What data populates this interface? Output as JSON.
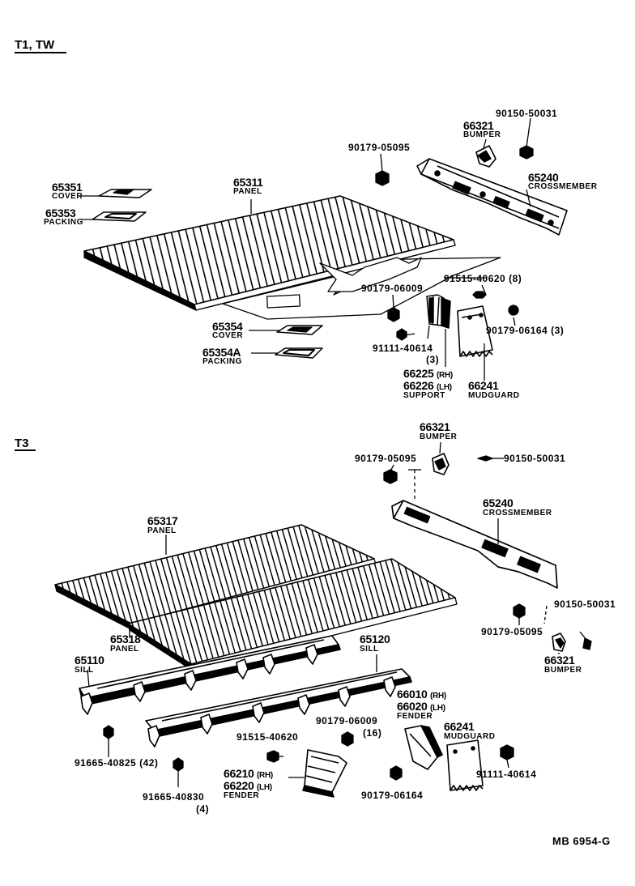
{
  "sections": {
    "top": "T1, TW",
    "bottom": "T3"
  },
  "top_parts": {
    "p90150_50031": "90150-50031",
    "p66321": "66321",
    "p66321_name": "BUMPER",
    "p90179_05095": "90179-05095",
    "p65240": "65240",
    "p65240_name": "CROSSMEMBER",
    "p65351": "65351",
    "p65351_name": "COVER",
    "p65311": "65311",
    "p65311_name": "PANEL",
    "p65353": "65353",
    "p65353_name": "PACKING",
    "p91515_40620": "91515-40620 (8)",
    "p90179_06009": "90179-06009",
    "p90179_06164": "90179-06164  (3)",
    "p65354": "65354",
    "p65354_name": "COVER",
    "p91111_40614": "91111-40614",
    "p91111_qty": "(3)",
    "p65354A": "65354A",
    "p65354A_name": "PACKING",
    "p66225": "66225",
    "p66225_side": "(RH)",
    "p66226": "66226",
    "p66226_side": "(LH)",
    "p66226_name": "SUPPORT",
    "p66241": "66241",
    "p66241_name": "MUDGUARD"
  },
  "bottom_parts": {
    "p66321": "66321",
    "p66321_name": "BUMPER",
    "p90179_05095": "90179-05095",
    "p90150_50031": "90150-50031",
    "p65240": "65240",
    "p65240_name": "CROSSMEMBER",
    "p65317": "65317",
    "p65317_name": "PANEL",
    "p90150_50031b": "90150-50031",
    "p90179_05095b": "90179-05095",
    "p66321b": "66321",
    "p66321b_name": "BUMPER",
    "p65318": "65318",
    "p65318_name": "PANEL",
    "p65120": "65120",
    "p65120_name": "SILL",
    "p65110": "65110",
    "p65110_name": "SILL",
    "p66010": "66010",
    "p66010_side": "(RH)",
    "p66020": "66020",
    "p66020_side": "(LH)",
    "p66020_name": "FENDER",
    "p90179_06009": "90179-06009",
    "p90179_06009_qty": "(16)",
    "p66241": "66241",
    "p66241_name": "MUDGUARD",
    "p91515_40620": "91515-40620",
    "p91665_40825": "91665-40825 (42)",
    "p66210": "66210",
    "p66210_side": "(RH)",
    "p66220": "66220",
    "p66220_side": "(LH)",
    "p66220_name": "FENDER",
    "p91111_40614": "91111-40614",
    "p90179_06164": "90179-06164",
    "p91665_40830": "91665-40830",
    "p91665_40830_qty": "(4)"
  },
  "diagram_ref": "MB  6954-G"
}
